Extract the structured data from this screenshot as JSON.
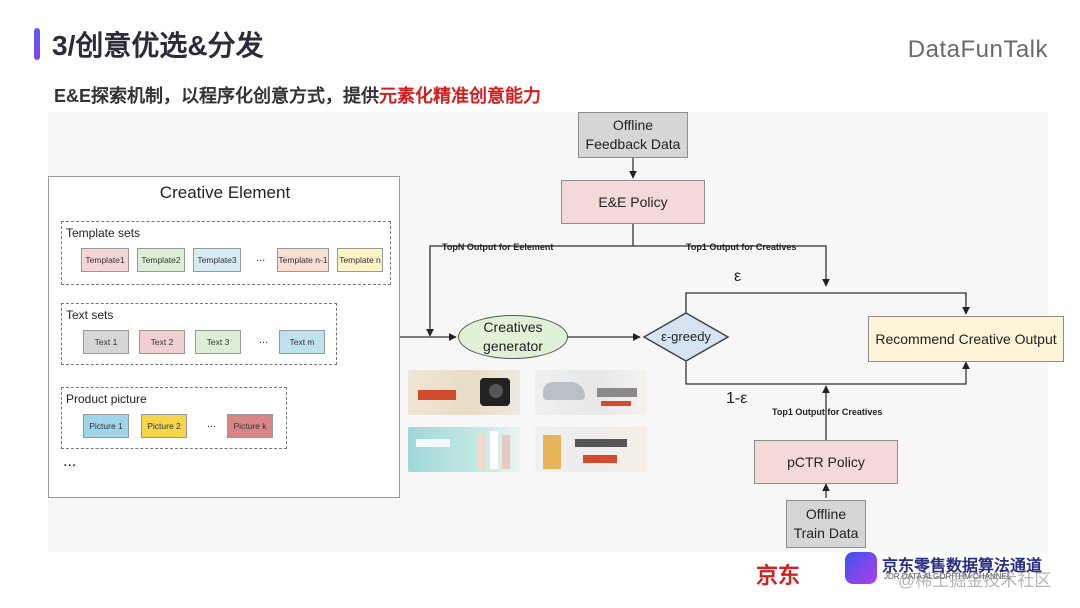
{
  "header": {
    "title": "3/创意优选&分发",
    "brand": "DataFunTalk",
    "subtitle_plain": "E&E探索机制，以程序化创意方式，提供",
    "subtitle_highlight": "元素化精准创意能力"
  },
  "colors": {
    "accent": "#6a4cf2",
    "highlight": "#d11f1f",
    "gray_node": "#d6d6d6",
    "pink_node": "#f4d9d9",
    "green_node": "#e1f1d7",
    "cream_node": "#fbf4d9"
  },
  "diagram": {
    "creative_element": {
      "title": "Creative Element",
      "template_sets": {
        "label": "Template sets",
        "items": [
          "Template1",
          "Template2",
          "Template3",
          "Template n-1",
          "Template n"
        ],
        "ellipsis": "..."
      },
      "text_sets": {
        "label": "Text sets",
        "items": [
          "Text 1",
          "Text 2",
          "Text 3",
          "Text m"
        ],
        "ellipsis": "..."
      },
      "product_picture": {
        "label": "Product picture",
        "items": [
          "Picture 1",
          "Picture 2",
          "Picture k"
        ],
        "ellipsis": "..."
      },
      "more": "..."
    },
    "offline_feedback": {
      "line1": "Offline",
      "line2": "Feedback Data"
    },
    "ee_policy": "E&E Policy",
    "topn_label": "TopN Output for Eelement",
    "top1_label_upper": "Top1 Output for Creatives",
    "top1_label_lower": "Top1 Output for Creatives",
    "epsilon": "ε",
    "one_minus_epsilon": "1-ε",
    "creatives_generator": {
      "line1": "Creatives",
      "line2": "generator"
    },
    "e_greedy": "ε-greedy",
    "recommend_output": "Recommend Creative Output",
    "pctr_policy": "pCTR Policy",
    "offline_train": {
      "line1": "Offline",
      "line2": "Train Data"
    }
  },
  "footer": {
    "jd": "京东",
    "org_name": "京东零售数据算法通道",
    "org_sub": "JDR DATA ALGORITHM CHANNEL",
    "watermark": "@稀土掘金技术社区"
  }
}
